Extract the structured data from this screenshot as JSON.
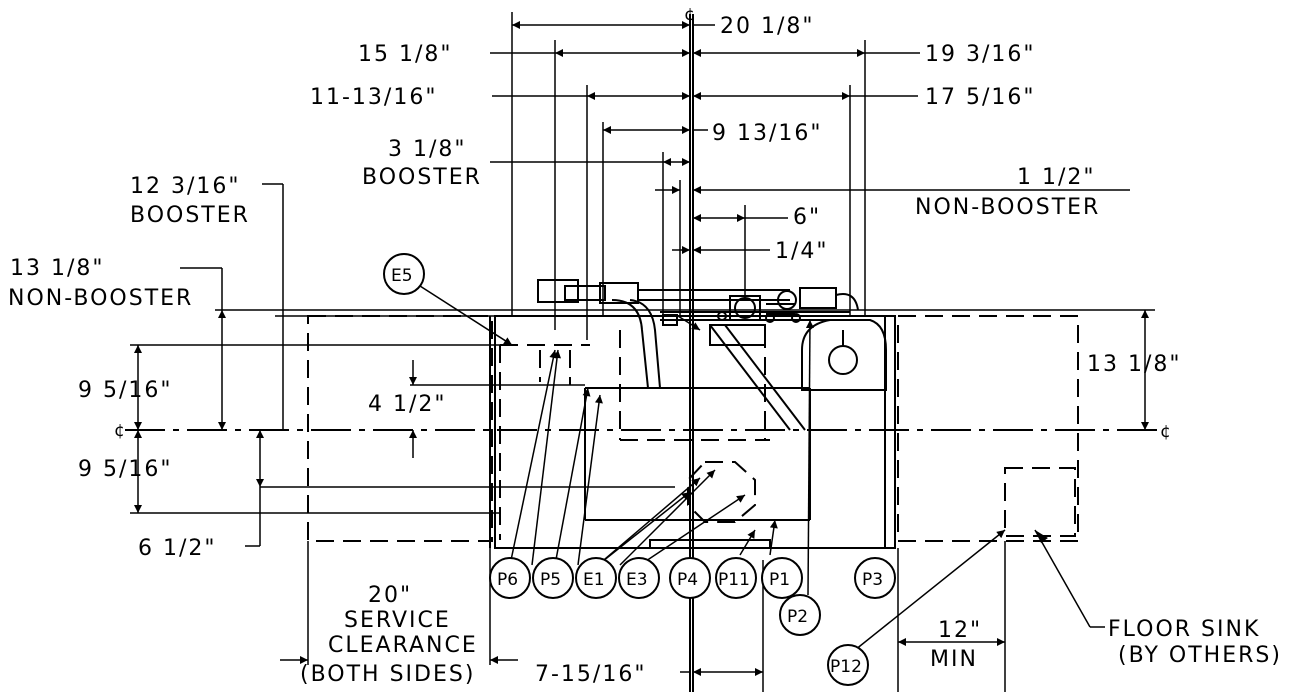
{
  "dimensions": {
    "d1": "20 1/8\"",
    "d2": "15 1/8\"",
    "d3": "19 3/16\"",
    "d4": "11-13/16\"",
    "d5": "17 5/16\"",
    "d6": "9 13/16\"",
    "d7": "3 1/8\"",
    "d8": "BOOSTER",
    "d9": "1 1/2\"",
    "d10": "NON-BOOSTER",
    "d11": "12 3/16\"",
    "d12": "BOOSTER",
    "d13": "6\"",
    "d14": "1/4\"",
    "d15": "13 1/8\"",
    "d16": "NON-BOOSTER",
    "d17": "9 5/16\"",
    "d18": "4 1/2\"",
    "d19": "13 1/8\"",
    "d20": "9 5/16\"",
    "d21": "6 1/2\"",
    "d22": "7-15/16\"",
    "d23": "12\"",
    "d24": "MIN"
  },
  "notes": {
    "service_1": "20\"",
    "service_2": "SERVICE",
    "service_3": "CLEARANCE",
    "service_4": "(BOTH SIDES)",
    "floor_1": "FLOOR SINK",
    "floor_2": "(BY OTHERS)"
  },
  "centerline_symbol": "¢",
  "callouts": {
    "E5": "E5",
    "P6": "P6",
    "P5": "P5",
    "E1": "E1",
    "E3": "E3",
    "P4": "P4",
    "P11": "P11",
    "P1": "P1",
    "P3": "P3",
    "P2": "P2",
    "P12": "P12"
  }
}
